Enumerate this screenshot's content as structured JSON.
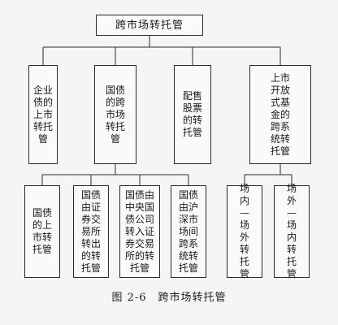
{
  "root": {
    "label": "跨市场转托管"
  },
  "level2": [
    {
      "label": "企业债的上市转托管"
    },
    {
      "label": "国债的跨市场转托管"
    },
    {
      "label": "配售股票的转托管"
    },
    {
      "label": "上市开放式基金的跨系统转托管"
    }
  ],
  "level3_bond": [
    {
      "label": "国债的上市转托管"
    },
    {
      "label": "国债由证券交易所转出的转托管"
    },
    {
      "label": "国债由中央国债公司转入证券交易所的转托管"
    },
    {
      "label": "国债由沪深市场间跨系统转托管"
    }
  ],
  "level3_fund": [
    {
      "label": "场内—场外转托管"
    },
    {
      "label": "场外—场内转托管"
    }
  ],
  "caption": {
    "number": "图 2-6",
    "title": "跨市场转托管"
  }
}
